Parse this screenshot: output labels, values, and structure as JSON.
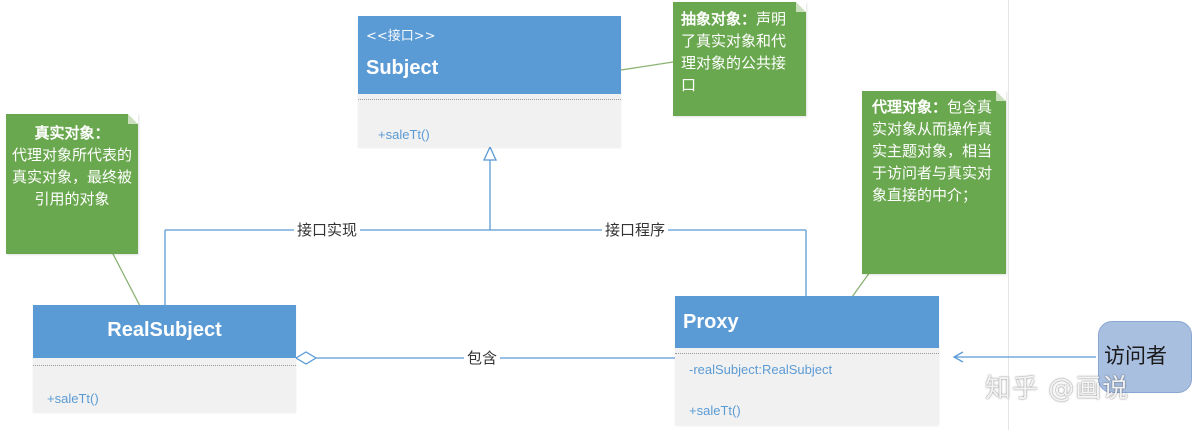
{
  "colors": {
    "class_header": "#5b9bd5",
    "class_body": "#f1f1f1",
    "note": "#6aa84f",
    "connector": "#5b9bd5",
    "visitor": "#a9bfe0"
  },
  "classes": {
    "subject": {
      "stereotype": "<<接口>>",
      "name": "Subject",
      "method": "+saleTt()"
    },
    "real_subject": {
      "name": "RealSubject",
      "method": "+saleTt()"
    },
    "proxy": {
      "name": "Proxy",
      "attribute": "-realSubject:RealSubject",
      "method": "+saleTt()"
    }
  },
  "notes": {
    "real": {
      "title": "真实对象：",
      "body": "代理对象所代表的真实对象，最终被引用的对象"
    },
    "abstract": {
      "title": "抽象对象：",
      "body": "声明了真实对象和代理对象的公共接口"
    },
    "proxy": {
      "title": "代理对象：",
      "body": "包含真实对象从而操作真实主题对象，相当于访问者与真实对象直接的中介；"
    }
  },
  "edges": {
    "realize_label": "接口实现",
    "program_label": "接口程序",
    "contain_label": "包含"
  },
  "visitor": {
    "label": "访问者"
  },
  "watermark": "知乎 @画说"
}
